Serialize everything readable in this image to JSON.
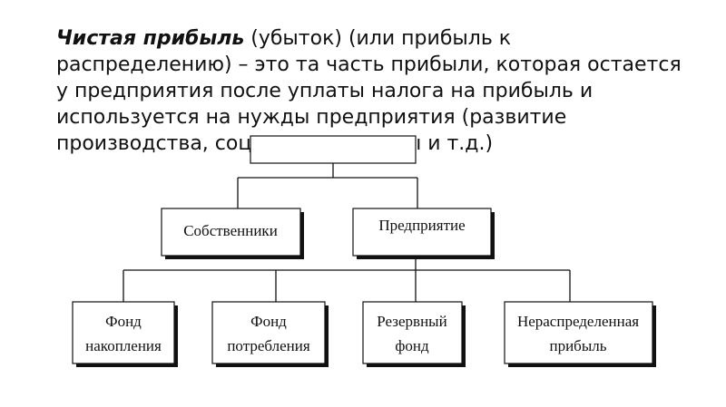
{
  "definition": {
    "term": "Чистая прибыль",
    "text": " (убыток) (или прибыль к распределению) – это та часть прибыли, которая остается у предприятия после уплаты налога на прибыль и используется на нужды предприятия (развитие производства, социальные нужды и т.д.)"
  },
  "diagram": {
    "top_box_label": "",
    "owners_label": "Собственники",
    "enterprise_label": "Предприятие",
    "funds": [
      {
        "line1": "Фонд",
        "line2": "накопления"
      },
      {
        "line1": "Фонд",
        "line2": "потребления"
      },
      {
        "line1": "Резервный",
        "line2": "фонд"
      },
      {
        "line1": "Нераспределенная",
        "line2": "прибыль"
      }
    ]
  }
}
